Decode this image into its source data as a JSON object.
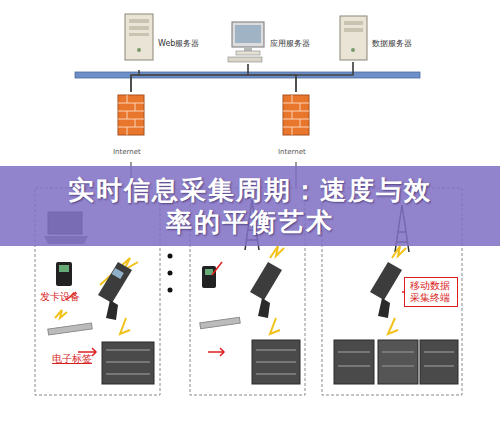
{
  "diagram": {
    "title": "实时信息采集周期：速度与效率的平衡艺术",
    "nodes": [
      {
        "text": [
          "Web服务器"
        ]
      },
      {
        "text": [
          "应用服务器"
        ]
      },
      {
        "text": [
          "数据服务器"
        ]
      },
      {
        "text": [
          "Internet"
        ]
      },
      {
        "text": [
          "Internet"
        ]
      },
      {
        "text": [
          "发卡设备"
        ]
      },
      {
        "text": [
          "电子标签"
        ]
      },
      {
        "text": [
          "移动数据 采集终端"
        ]
      }
    ],
    "edges": [
      {
        "from": 0,
        "to": 3,
        "arrow": "none"
      },
      {
        "from": 0,
        "to": 4,
        "arrow": "none"
      },
      {
        "from": 1,
        "to": 3,
        "arrow": "none"
      },
      {
        "from": 1,
        "to": 4,
        "arrow": "none"
      },
      {
        "from": 2,
        "to": 3,
        "arrow": "none"
      },
      {
        "from": 2,
        "to": 4,
        "arrow": "none"
      }
    ]
  }
}
